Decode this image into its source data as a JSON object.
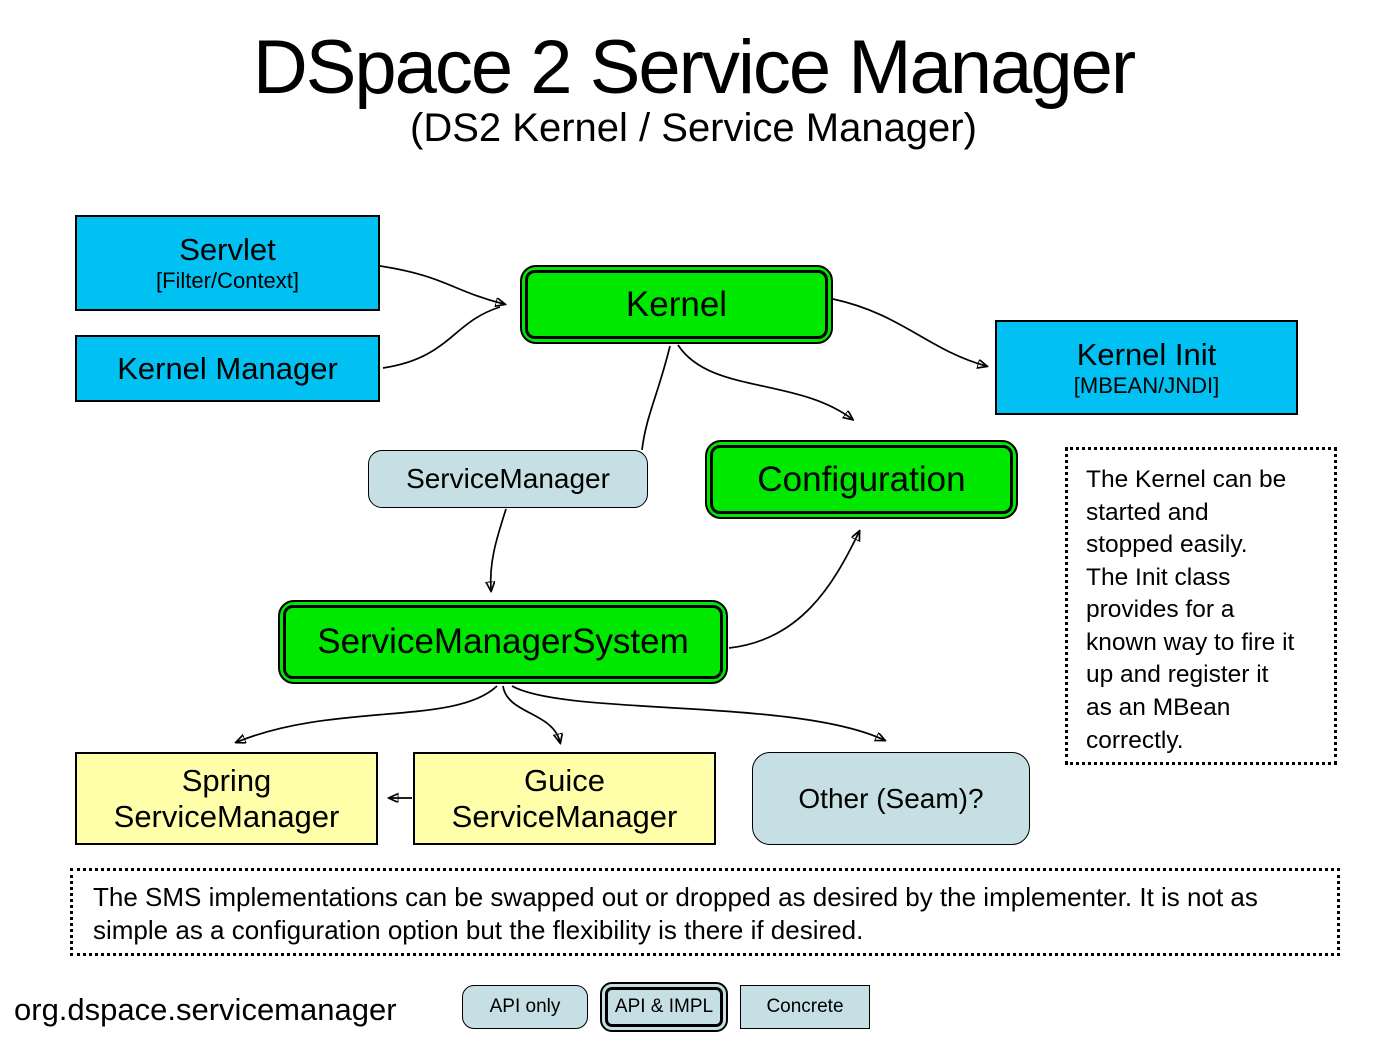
{
  "header": {
    "title": "DSpace 2 Service Manager",
    "subtitle": "(DS2 Kernel / Service Manager)"
  },
  "colors": {
    "cyan": "#00c1f1",
    "green": "#00e800",
    "ltblue": "#c5dfe4",
    "yellow": "#ffffaa",
    "border": "#000000"
  },
  "nodes": {
    "servlet": {
      "title": "Servlet",
      "subtitle": "[Filter/Context]"
    },
    "kernel_manager": {
      "label": "Kernel Manager"
    },
    "kernel": {
      "label": "Kernel"
    },
    "kernel_init": {
      "title": "Kernel Init",
      "subtitle": "[MBEAN/JNDI]"
    },
    "service_manager": {
      "label": "ServiceManager"
    },
    "configuration": {
      "label": "Configuration"
    },
    "service_manager_system": {
      "label": "ServiceManagerSystem"
    },
    "spring_sm": {
      "line1": "Spring",
      "line2": "ServiceManager"
    },
    "guice_sm": {
      "line1": "Guice",
      "line2": "ServiceManager"
    },
    "other_seam": {
      "label": "Other (Seam)?"
    }
  },
  "notes": {
    "kernel_note": "The Kernel can be\nstarted and\nstopped easily.\nThe Init class\nprovides for a\nknown way to fire it\nup and register it\nas an MBean\ncorrectly.",
    "sms_note": "The SMS implementations can be swapped out or dropped as desired by the implementer. It is not as\nsimple as a configuration option but the flexibility is there if desired."
  },
  "footer": {
    "package": "org.dspace.servicemanager",
    "legend": [
      {
        "label": "API only"
      },
      {
        "label": "API & IMPL"
      },
      {
        "label": "Concrete"
      }
    ]
  }
}
